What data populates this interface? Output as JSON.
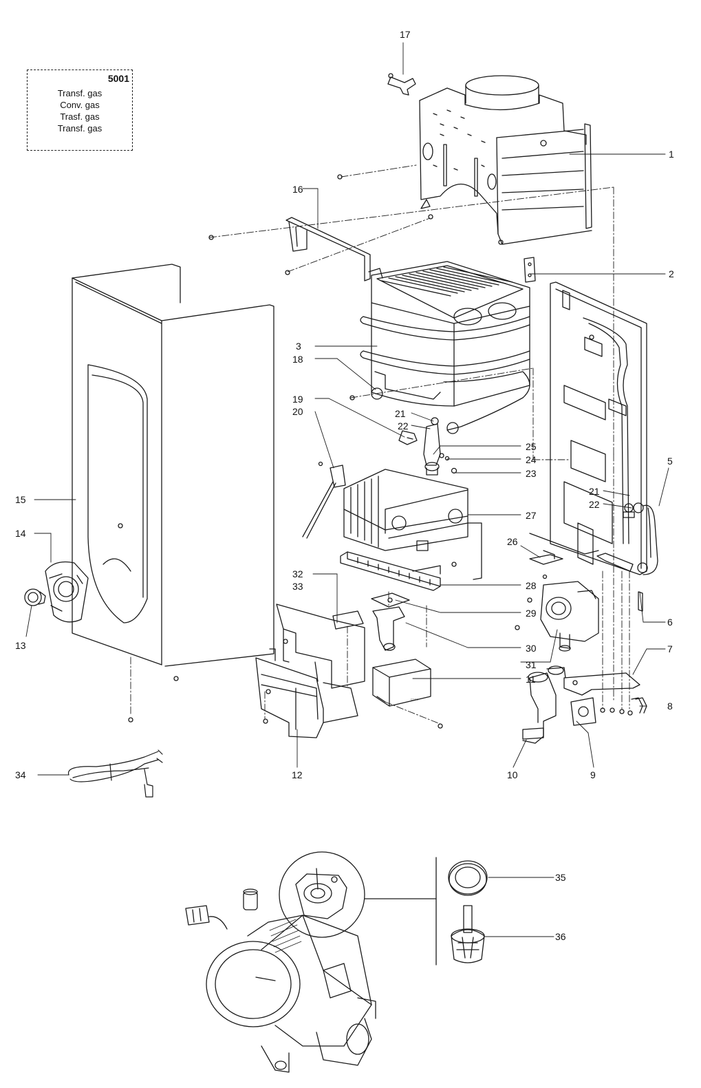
{
  "kit_box": {
    "code": "5001",
    "lines": [
      "Transf. gas",
      "Conv. gas",
      "Trasf. gas",
      "Transf. gas"
    ]
  },
  "callouts": [
    {
      "id": "1",
      "text": "1"
    },
    {
      "id": "2",
      "text": "2"
    },
    {
      "id": "3",
      "text": "3"
    },
    {
      "id": "5",
      "text": "5"
    },
    {
      "id": "6",
      "text": "6"
    },
    {
      "id": "7",
      "text": "7"
    },
    {
      "id": "8",
      "text": "8"
    },
    {
      "id": "9",
      "text": "9"
    },
    {
      "id": "10",
      "text": "10"
    },
    {
      "id": "11",
      "text": "11"
    },
    {
      "id": "12",
      "text": "12"
    },
    {
      "id": "13",
      "text": "13"
    },
    {
      "id": "14",
      "text": "14"
    },
    {
      "id": "15",
      "text": "15"
    },
    {
      "id": "16",
      "text": "16"
    },
    {
      "id": "17",
      "text": "17"
    },
    {
      "id": "18",
      "text": "18"
    },
    {
      "id": "19",
      "text": "19"
    },
    {
      "id": "20",
      "text": "20"
    },
    {
      "id": "21a",
      "text": "21"
    },
    {
      "id": "22a",
      "text": "22"
    },
    {
      "id": "23",
      "text": "23"
    },
    {
      "id": "24",
      "text": "24"
    },
    {
      "id": "25",
      "text": "25"
    },
    {
      "id": "21b",
      "text": "21"
    },
    {
      "id": "22b",
      "text": "22"
    },
    {
      "id": "26",
      "text": "26"
    },
    {
      "id": "27",
      "text": "27"
    },
    {
      "id": "28",
      "text": "28"
    },
    {
      "id": "29",
      "text": "29"
    },
    {
      "id": "30",
      "text": "30"
    },
    {
      "id": "31",
      "text": "31"
    },
    {
      "id": "32",
      "text": "32"
    },
    {
      "id": "33",
      "text": "33"
    },
    {
      "id": "34",
      "text": "34"
    },
    {
      "id": "35",
      "text": "35"
    },
    {
      "id": "36",
      "text": "36"
    }
  ]
}
